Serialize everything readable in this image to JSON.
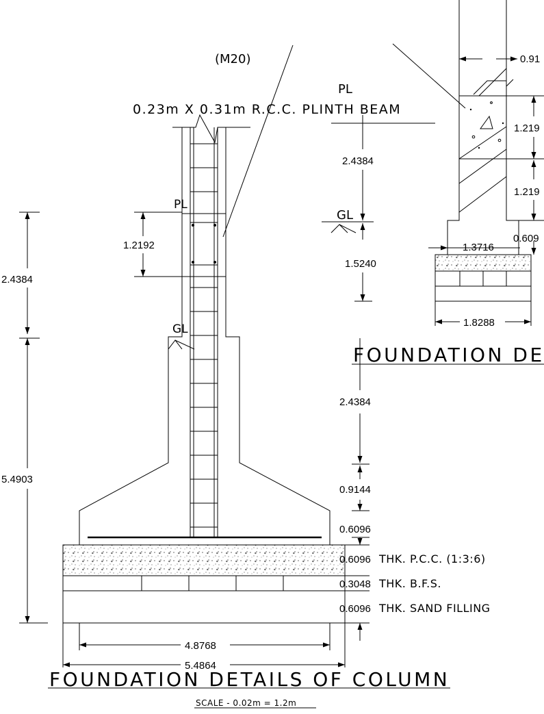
{
  "main": {
    "title": "FOUNDATION DETAILS OF COLUMN",
    "scale": "SCALE - 0.02m = 1.2m",
    "grade": "(M20)",
    "beam_label": "0.23m X 0.31m R.C.C. PLINTH BEAM",
    "pl_label": "PL",
    "gl_label": "GL",
    "dims": {
      "left_upper": "2.4384",
      "left_lower": "5.4903",
      "beam_depth": "1.2192",
      "width_inner": "4.8768",
      "width_outer": "5.4864",
      "right_a": "2.4384",
      "right_b": "0.9144",
      "right_c": "0.6096",
      "right_d": "0.6096",
      "right_e": "0.3048",
      "right_f": "0.6096"
    },
    "layers": {
      "pcc": "THK. P.C.C. (1:3:6)",
      "bfs": "THK. B.F.S.",
      "sand": "THK. SAND FILLING"
    }
  },
  "inset": {
    "pl_label": "PL",
    "gl_label": "GL",
    "title_partial": "FOUNDATION DET",
    "dims": {
      "top": "0.91",
      "upper": "2.4384",
      "lower": "1.5240",
      "r1": "1.219",
      "r2": "1.219",
      "r3": "0.609",
      "base": "1.3716",
      "width": "1.8288"
    }
  }
}
